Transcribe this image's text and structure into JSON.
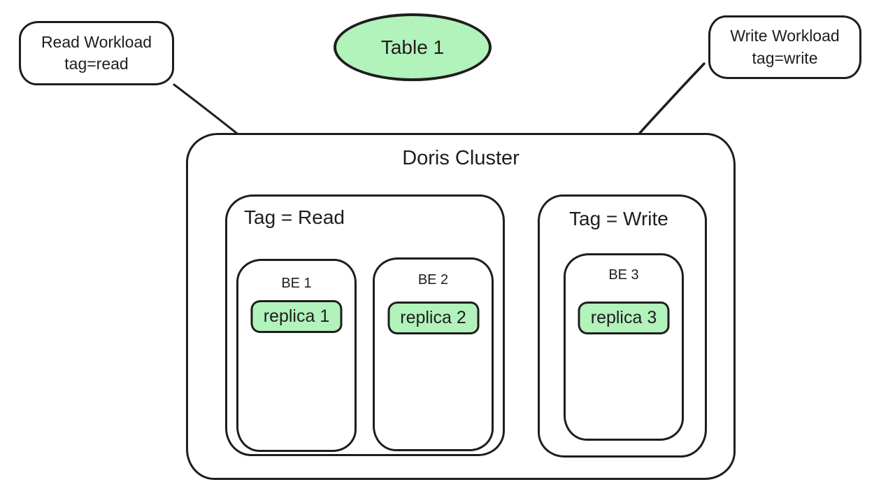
{
  "colors": {
    "ink": "#1e1e1e",
    "green-fill": "#b2f2bb",
    "bg": "#ffffff"
  },
  "nodes": {
    "read_workload": {
      "line1": "Read Workload",
      "line2": "tag=read"
    },
    "table1": {
      "label": "Table 1"
    },
    "write_workload": {
      "line1": "Write Workload",
      "line2": "tag=write"
    },
    "doris_cluster": {
      "title": "Doris Cluster"
    },
    "tag_read": {
      "label": "Tag = Read"
    },
    "tag_write": {
      "label": "Tag = Write"
    },
    "be1": {
      "label": "BE 1",
      "replica": "replica 1"
    },
    "be2": {
      "label": "BE 2",
      "replica": "replica 2"
    },
    "be3": {
      "label": "BE 3",
      "replica": "replica 3"
    }
  },
  "arrows": [
    {
      "name": "read-arrow",
      "from": "Read Workload tag=read",
      "to": "Tag = Read"
    },
    {
      "name": "write-arrow",
      "from": "Write Workload tag=write",
      "to": "Tag = Write"
    }
  ]
}
